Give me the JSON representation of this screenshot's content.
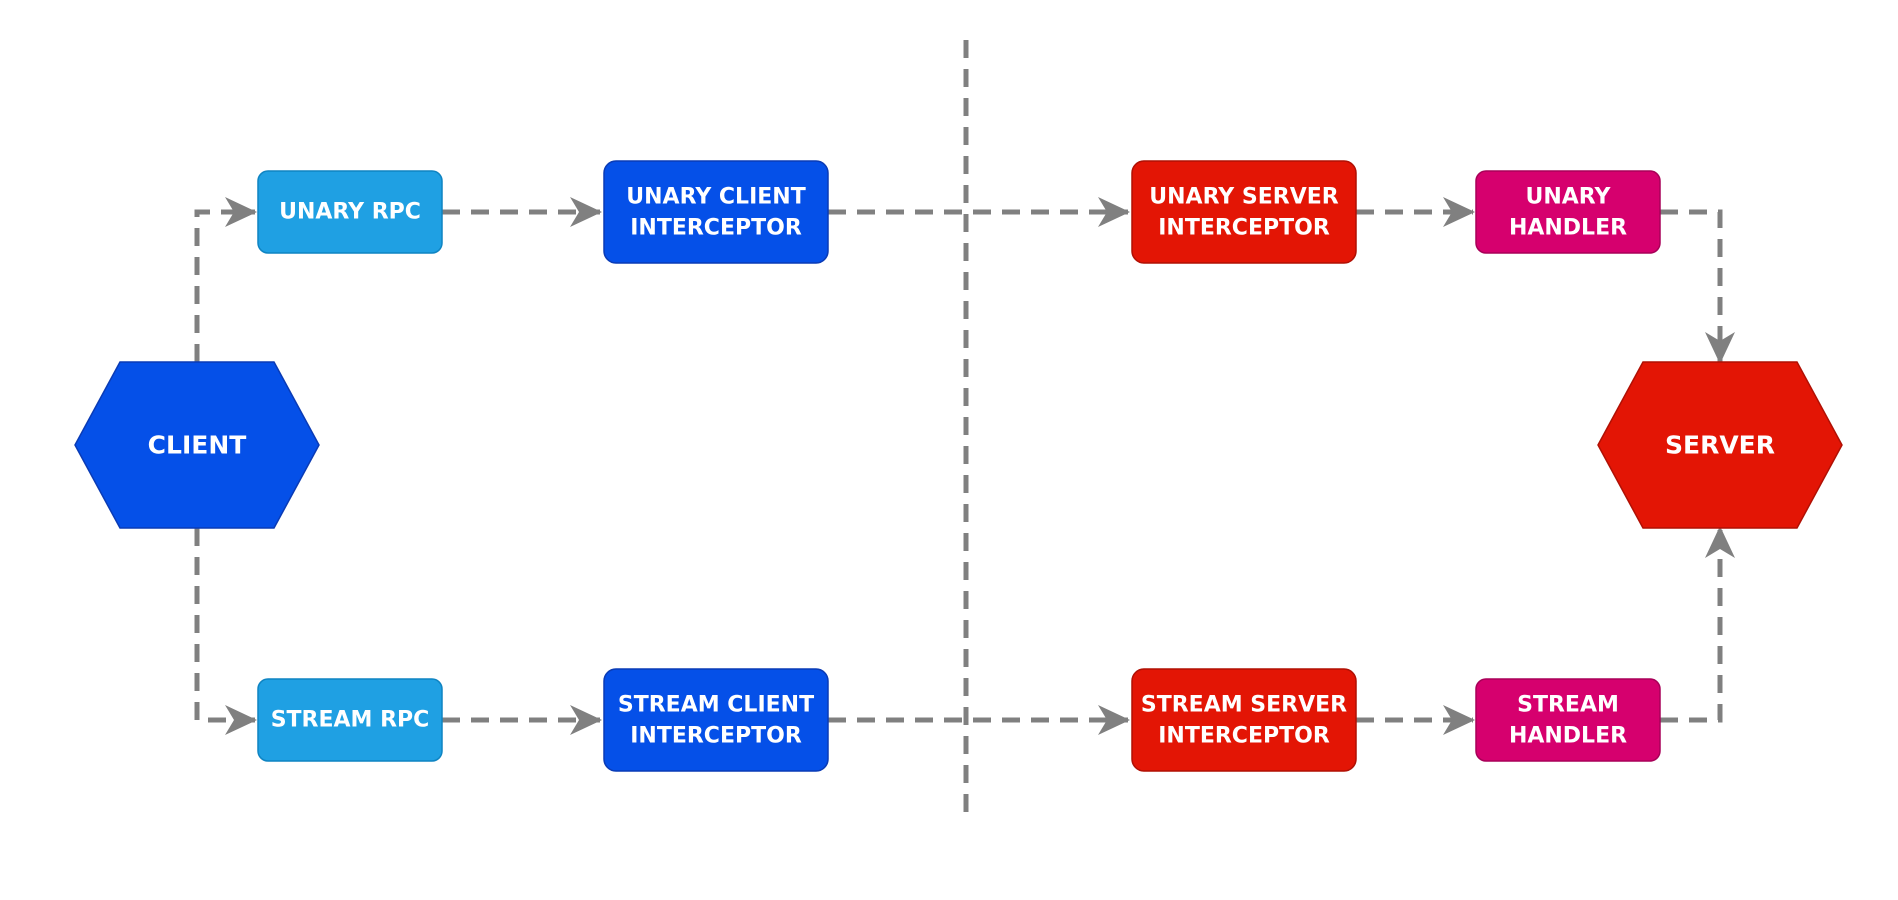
{
  "colors": {
    "client_blue": "#0550e8",
    "rpc_light_blue": "#1fa0e3",
    "server_red": "#e31505",
    "handler_pink": "#d6006e",
    "edge_gray": "#808080"
  },
  "nodes": {
    "client": {
      "line1": "CLIENT"
    },
    "server": {
      "line1": "SERVER"
    },
    "unary_rpc": {
      "line1": "UNARY RPC"
    },
    "stream_rpc": {
      "line1": "STREAM RPC"
    },
    "unary_client_interceptor": {
      "line1": "UNARY CLIENT",
      "line2": "INTERCEPTOR"
    },
    "stream_client_interceptor": {
      "line1": "STREAM CLIENT",
      "line2": "INTERCEPTOR"
    },
    "unary_server_interceptor": {
      "line1": "UNARY SERVER",
      "line2": "INTERCEPTOR"
    },
    "stream_server_interceptor": {
      "line1": "STREAM SERVER",
      "line2": "INTERCEPTOR"
    },
    "unary_handler": {
      "line1": "UNARY",
      "line2": "HANDLER"
    },
    "stream_handler": {
      "line1": "STREAM",
      "line2": "HANDLER"
    }
  }
}
